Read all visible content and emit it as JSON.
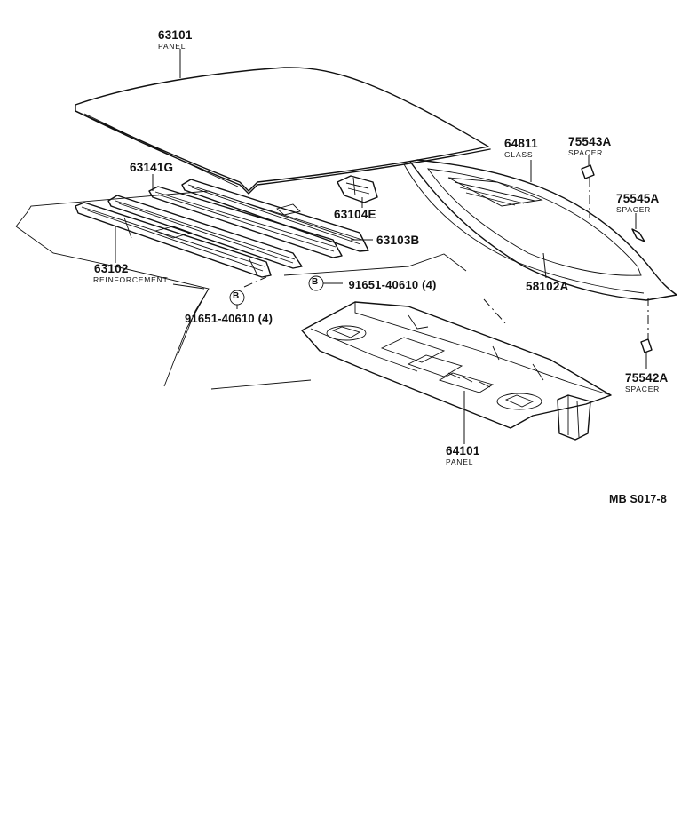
{
  "parts": [
    {
      "id": "roof_panel",
      "number": "63101",
      "name": "PANEL"
    },
    {
      "id": "glass",
      "number": "64811",
      "name": "GLASS"
    },
    {
      "id": "spacer_top",
      "number": "75543A",
      "name": "SPACER"
    },
    {
      "id": "spacer_mid",
      "number": "75545A",
      "name": "SPACER"
    },
    {
      "id": "spacer_low",
      "number": "75542A",
      "name": "SPACER"
    },
    {
      "id": "reinf_g",
      "number": "63141G",
      "name": ""
    },
    {
      "id": "bracket_e",
      "number": "63104E",
      "name": ""
    },
    {
      "id": "reinf_b",
      "number": "63103B",
      "name": ""
    },
    {
      "id": "reinforcement",
      "number": "63102",
      "name": "REINFORCEMENT"
    },
    {
      "id": "weatherstrip",
      "number": "58102A",
      "name": ""
    },
    {
      "id": "bolt_right",
      "number": "91651-40610 (4)",
      "marker": "B"
    },
    {
      "id": "bolt_left",
      "number": "91651-40610 (4)",
      "marker": "B"
    },
    {
      "id": "shelf_panel",
      "number": "64101",
      "name": "PANEL"
    }
  ],
  "drawing_code": "MB S017-8"
}
